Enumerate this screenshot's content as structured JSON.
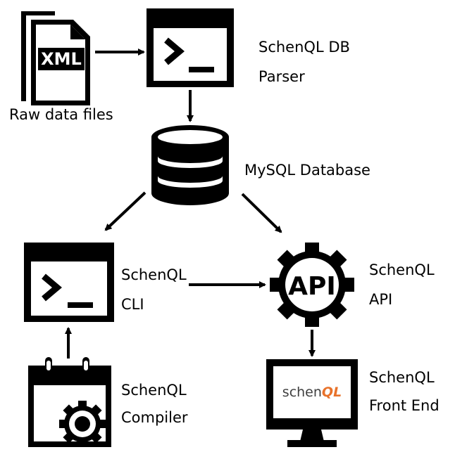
{
  "nodes": {
    "raw_files": {
      "label": "Raw data files",
      "icon": "xml-file-icon",
      "badge": "XML"
    },
    "parser": {
      "line1": "SchenQL DB",
      "line2": "Parser",
      "icon": "terminal-icon"
    },
    "database": {
      "label": "MySQL Database",
      "icon": "database-icon"
    },
    "cli": {
      "line1": "SchenQL",
      "line2": "CLI",
      "icon": "terminal-icon"
    },
    "api": {
      "line1": "SchenQL",
      "line2": "API",
      "icon": "gear-icon",
      "badge": "API"
    },
    "compiler": {
      "line1": "SchenQL",
      "line2": "Compiler",
      "icon": "calendar-gear-icon"
    },
    "frontend": {
      "line1": "SchenQL",
      "line2": "Front End",
      "icon": "monitor-icon",
      "logo_plain": "schen",
      "logo_accent": "QL",
      "logo_color": "#404040",
      "accent_color": "#e8722a"
    }
  },
  "edges": [
    {
      "from": "raw_files",
      "to": "parser"
    },
    {
      "from": "parser",
      "to": "database"
    },
    {
      "from": "database",
      "to": "cli"
    },
    {
      "from": "database",
      "to": "api"
    },
    {
      "from": "cli",
      "to": "api"
    },
    {
      "from": "api",
      "to": "frontend"
    },
    {
      "from": "compiler",
      "to": "cli"
    }
  ]
}
